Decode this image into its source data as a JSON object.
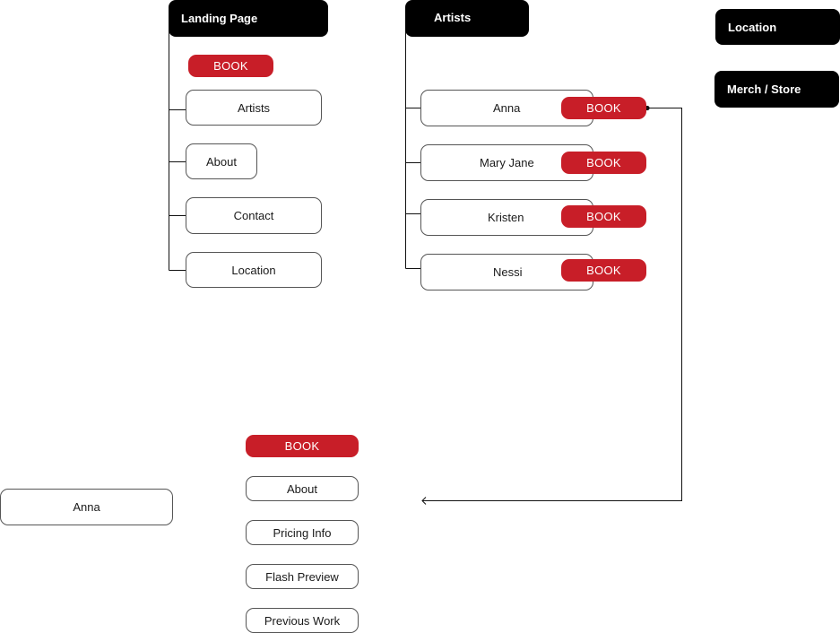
{
  "colors": {
    "header": "#000000",
    "book": "#c81e28",
    "line": "#111111",
    "outline": "#555555"
  },
  "landing": {
    "title": "Landing Page",
    "book_label": "BOOK",
    "items": [
      "Artists",
      "About",
      "Contact",
      "Location"
    ]
  },
  "artists": {
    "title": "Artists",
    "items": [
      {
        "name": "Anna",
        "book_label": "BOOK"
      },
      {
        "name": "Mary Jane",
        "book_label": "BOOK"
      },
      {
        "name": "Kristen",
        "book_label": "BOOK"
      },
      {
        "name": "Nessi",
        "book_label": "BOOK"
      }
    ]
  },
  "top_right": {
    "location": "Location",
    "merch": "Merch / Store"
  },
  "artist_page": {
    "name": "Anna",
    "book_label": "BOOK",
    "items": [
      "About",
      "Pricing Info",
      "Flash Preview",
      "Previous Work"
    ]
  }
}
